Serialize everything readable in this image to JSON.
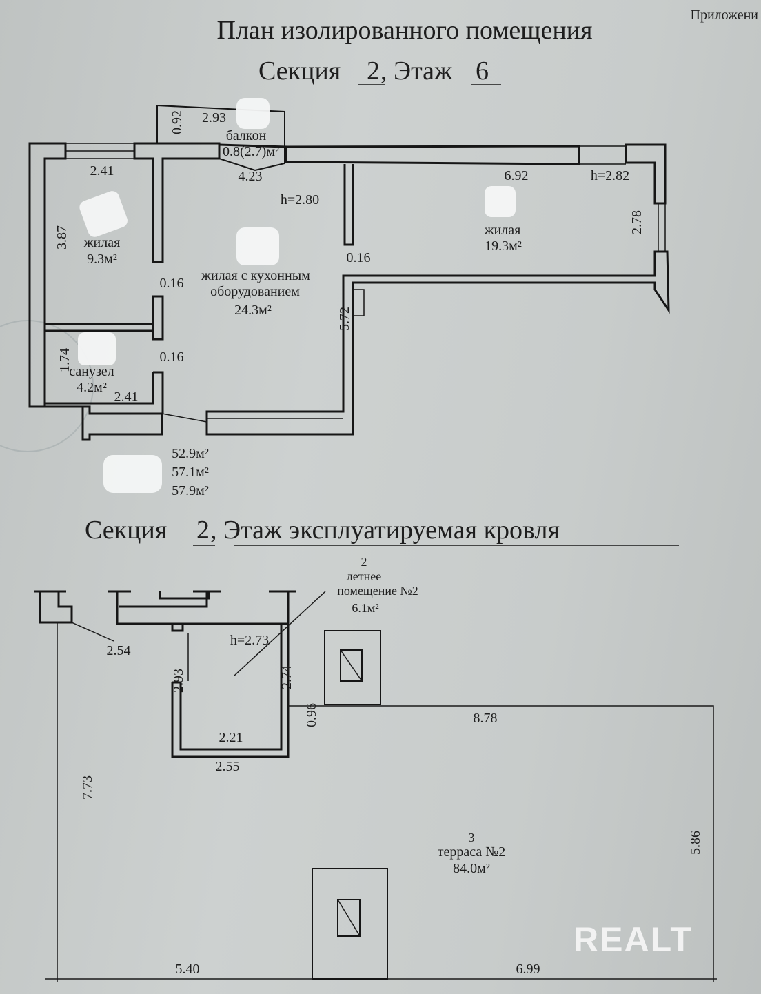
{
  "header": {
    "appendix": "Приложени",
    "title": "План изолированного помещения",
    "subtitle_prefix": "Секция",
    "section": "2",
    "floor_prefix": ", Этаж",
    "floor": "6"
  },
  "floor_plan": {
    "balcony": {
      "name": "балкон",
      "area": "0.8(2.7)м²",
      "dim_width": "2.93",
      "dim_depth": "0.92",
      "dim_wall": "4.23"
    },
    "ceiling_height": "h=2.80",
    "bedroom_small": {
      "name": "жилая",
      "area": "9.3м²",
      "dim_width": "2.41",
      "dim_depth": "3.87"
    },
    "kitchen_living": {
      "name_line1": "жилая с кухонным",
      "name_line2": "оборудованием",
      "area": "24.3м²",
      "dim_depth": "5.72"
    },
    "bedroom_large": {
      "name": "жилая",
      "area": "19.3м²",
      "dim_width": "6.92",
      "dim_depth": "2.78",
      "height": "h=2.82"
    },
    "bathroom": {
      "name": "санузел",
      "area": "4.2м²",
      "dim_width": "2.41",
      "dim_depth": "1.74"
    },
    "wall_thickness": [
      "0.16",
      "0.16",
      "0.16"
    ],
    "totals": [
      "52.9м²",
      "57.1м²",
      "57.9м²"
    ]
  },
  "roof_header": {
    "prefix": "Секция",
    "section": "2",
    "floor_text": ", Этаж эксплуатируемая кровля"
  },
  "roof_plan": {
    "summer_room": {
      "number": "2",
      "name_line1": "летнее",
      "name_line2": "помещение №2",
      "area": "6.1м²",
      "height": "h=2.73",
      "dims": [
        "2.93",
        "2.74",
        "2.21",
        "2.55",
        "0.96"
      ]
    },
    "terrace": {
      "number": "3",
      "name": "терраса №2",
      "area": "84.0м²",
      "dims": [
        "8.78",
        "5.86",
        "7.73",
        "5.40",
        "6.99",
        "2.54"
      ]
    }
  },
  "watermark": {
    "logo": "REALT"
  }
}
